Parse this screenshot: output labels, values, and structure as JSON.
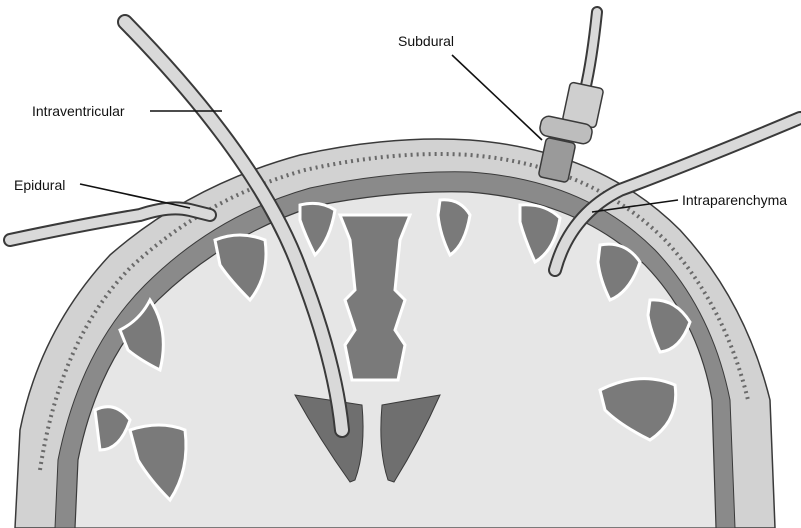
{
  "labels": {
    "intraventricular": "Intraventricular",
    "epidural": "Epidural",
    "subdural": "Subdural",
    "intraparenchyma": "Intraparenchyma"
  },
  "colors": {
    "background": "#ffffff",
    "brain": "#e6e6e6",
    "sulci": "#7a7a7a",
    "ventricle": "#6f6f6f",
    "skull": "#d2d2d2",
    "outline": "#3a3a3a",
    "catheter": "#d9d9d9",
    "leader": "#111111"
  }
}
